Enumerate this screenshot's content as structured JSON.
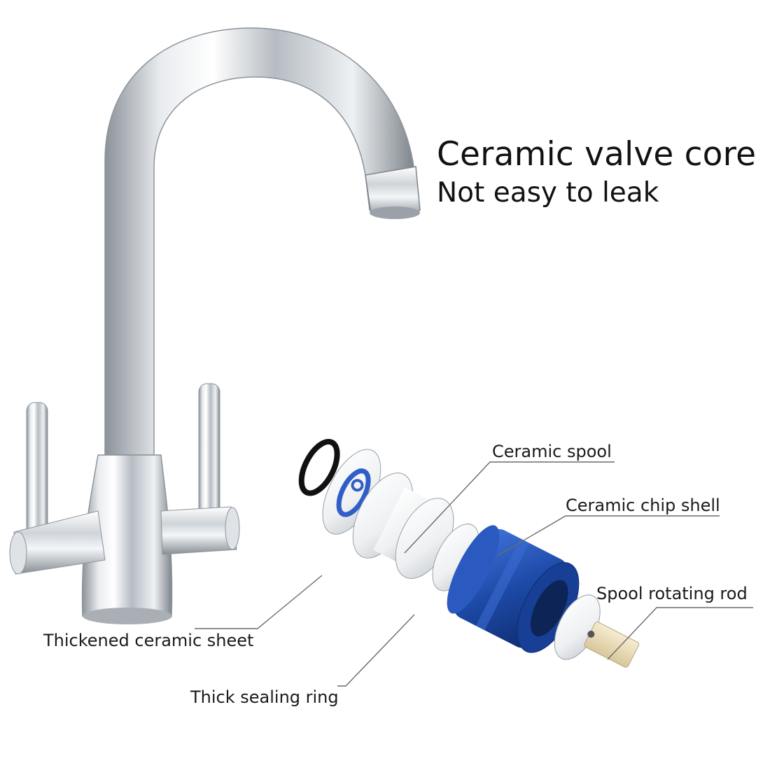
{
  "headline": {
    "title": "Ceramic valve core",
    "subtitle": "Not easy to leak"
  },
  "callouts": {
    "ceramic_spool": "Ceramic spool",
    "ceramic_chip_shell": "Ceramic chip shell",
    "spool_rotating_rod": "Spool rotating rod",
    "thickened_ceramic_sheet": "Thickened ceramic sheet",
    "thick_sealing_ring": "Thick sealing ring"
  },
  "colors": {
    "background": "#ffffff",
    "text": "#111111",
    "chrome": "#c9ced4",
    "valve_blue": "#1f4fb3",
    "ceramic_white": "#f2f3f4",
    "rod_cream": "#efe2c2"
  }
}
